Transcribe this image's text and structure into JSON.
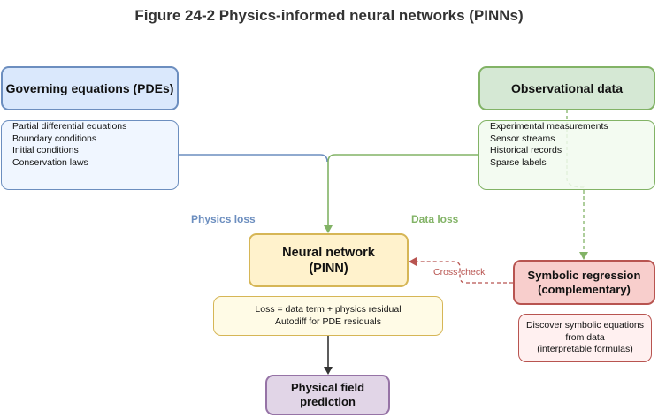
{
  "title": "Figure 24-2 Physics-informed neural networks (PINNs)",
  "nodes": {
    "governing": {
      "header": "Governing equations (PDEs)",
      "items": [
        "Partial differential equations",
        "Boundary conditions",
        "Initial conditions",
        "Conservation laws"
      ]
    },
    "observational": {
      "header": "Observational data",
      "items": [
        "Experimental measurements",
        "Sensor streams",
        "Historical records",
        "Sparse labels"
      ]
    },
    "pinn": {
      "header_line1": "Neural network",
      "header_line2": "(PINN)",
      "detail_line1": "Loss = data term + physics residual",
      "detail_line2": "Autodiff for PDE residuals"
    },
    "symbolic": {
      "header_line1": "Symbolic regression",
      "header_line2": "(complementary)",
      "detail_line1": "Discover symbolic equations",
      "detail_line2": "from data",
      "detail_line3": "(interpretable formulas)"
    },
    "prediction": {
      "header_line1": "Physical field",
      "header_line2": "prediction"
    }
  },
  "edge_labels": {
    "physics_loss": "Physics loss",
    "data_loss": "Data loss",
    "cross_check": "Cross-check"
  },
  "colors": {
    "blue_stroke": "#6c8ebf",
    "blue_fill": "#dae8fc",
    "green_stroke": "#82b366",
    "green_fill": "#d5e8d4",
    "yellow_stroke": "#d6b656",
    "yellow_fill": "#fff2cc",
    "red_stroke": "#b85450",
    "red_fill": "#f8cecc",
    "purple_stroke": "#9673a6",
    "purple_fill": "#e1d5e7"
  }
}
